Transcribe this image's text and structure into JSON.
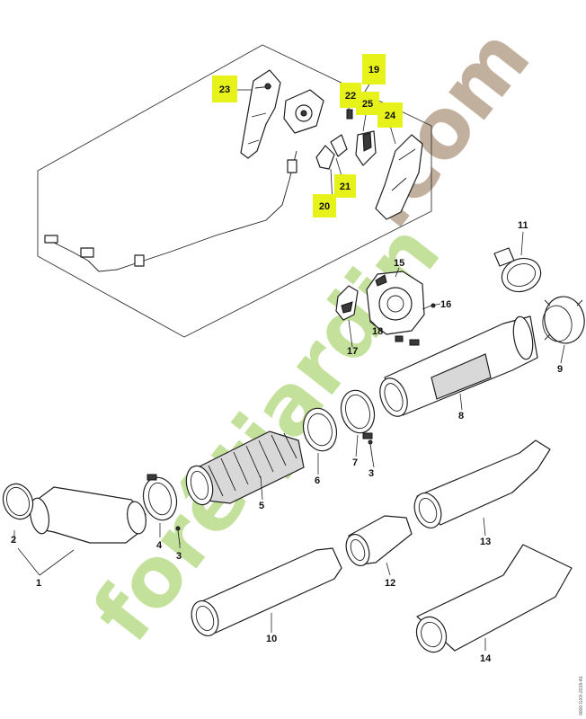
{
  "watermark": {
    "green_part": "forêtjardin",
    "brown_part": ".com",
    "colors": {
      "green": "#b9dc8a",
      "brown": "#b8a28e"
    }
  },
  "highlight_color": "#e6f21a",
  "highlighted_labels": [
    "19",
    "20",
    "21",
    "22",
    "23",
    "24",
    "25"
  ],
  "callouts": [
    "1",
    "2",
    "3",
    "3",
    "4",
    "5",
    "6",
    "7",
    "8",
    "9",
    "10",
    "11",
    "12",
    "13",
    "14",
    "15",
    "16",
    "17",
    "18"
  ],
  "doc_id": "0000-GXX-2019-A1"
}
